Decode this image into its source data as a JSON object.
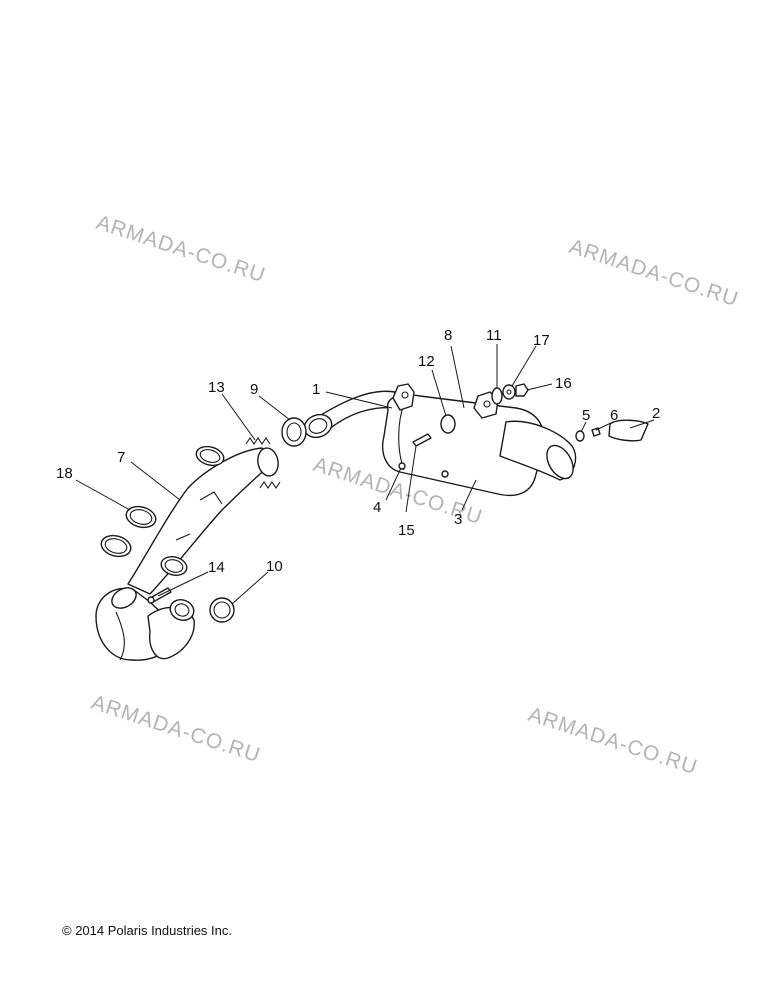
{
  "watermarks": [
    "ARMADA-CO.RU",
    "ARMADA-CO.RU",
    "ARMADA-CO.RU",
    "ARMADA-CO.RU",
    "ARMADA-CO.RU"
  ],
  "callouts": [
    "1",
    "2",
    "3",
    "4",
    "5",
    "6",
    "7",
    "8",
    "9",
    "10",
    "11",
    "12",
    "13",
    "14",
    "15",
    "16",
    "17",
    "18"
  ],
  "footer": {
    "copyright": "© 2014 Polaris Industries Inc."
  }
}
